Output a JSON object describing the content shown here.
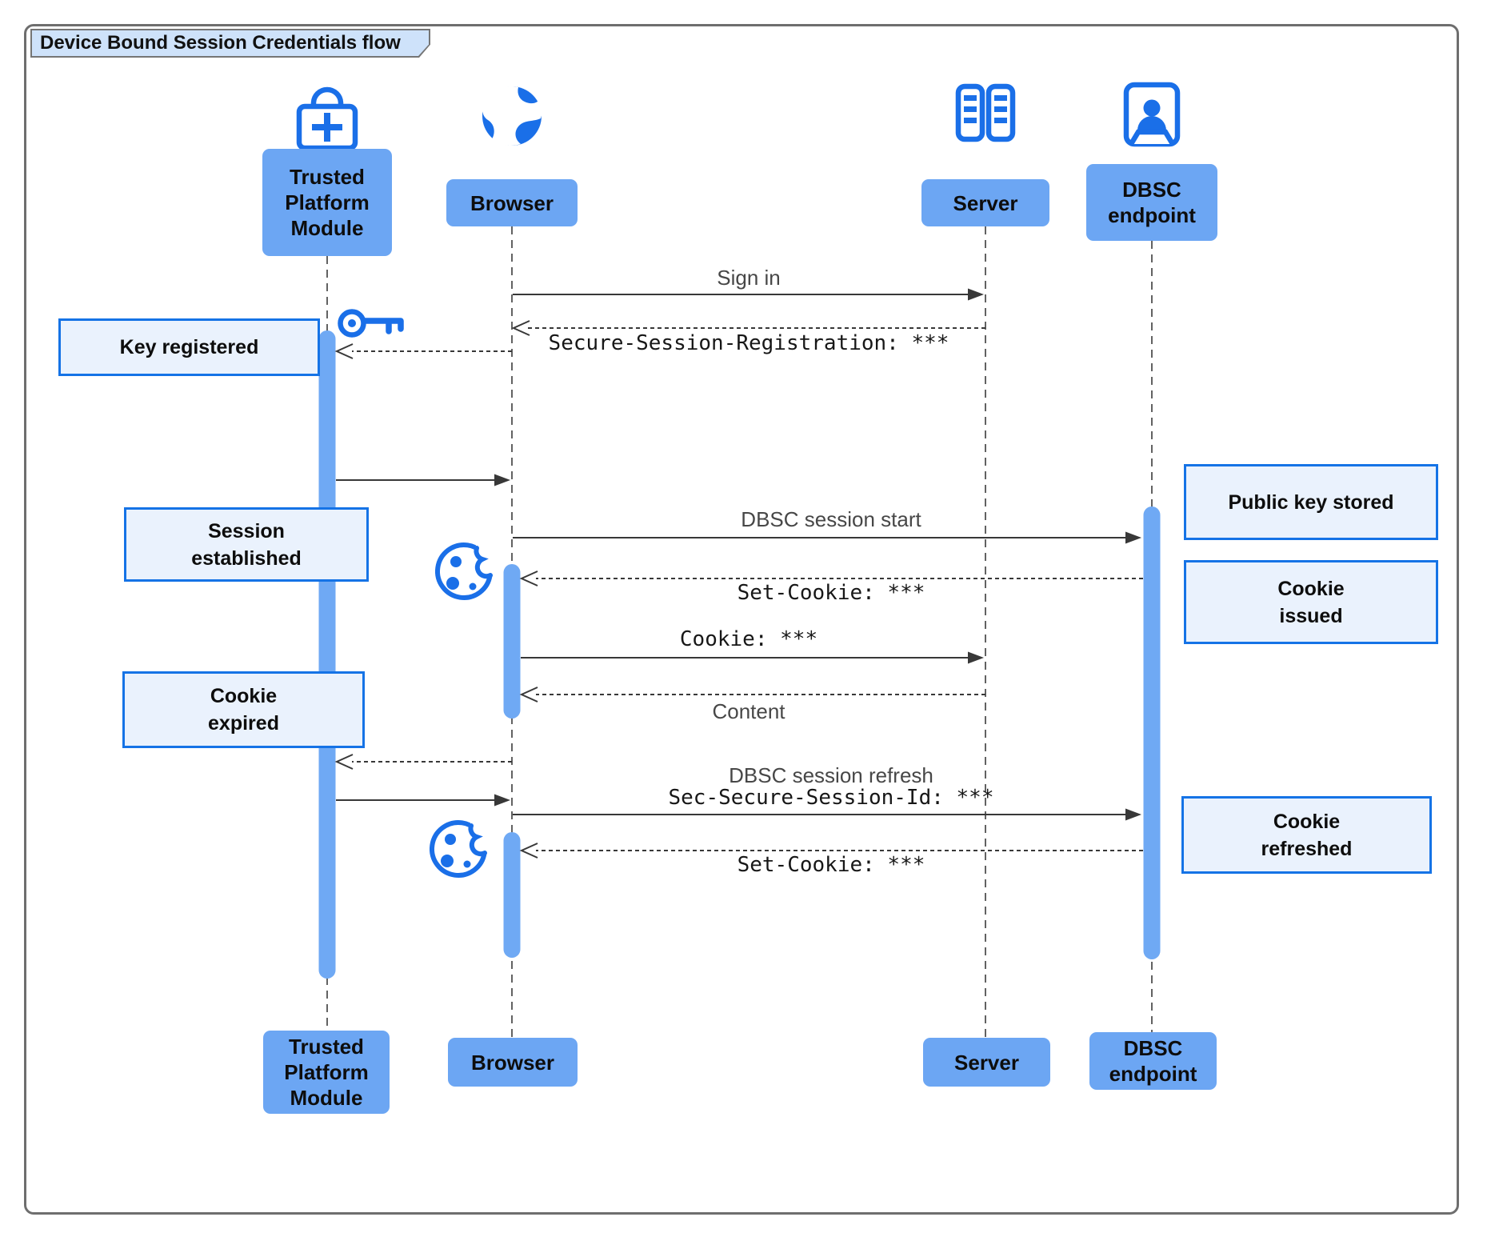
{
  "title": "Device Bound Session Credentials flow",
  "actors": {
    "tpm": {
      "label": "Trusted\nPlatform\nModule",
      "icon": "lock-plus-icon"
    },
    "browser": {
      "label": "Browser",
      "icon": "globe-icon"
    },
    "server": {
      "label": "Server",
      "icon": "server-rack-icon"
    },
    "dbsc": {
      "label": "DBSC\nendpoint",
      "icon": "id-badge-icon"
    }
  },
  "messages": {
    "sign_in": "Sign in",
    "secure_session_registration": "Secure-Session-Registration: ***",
    "dbsc_session_start": "DBSC session start",
    "set_cookie_1": "Set-Cookie: ***",
    "cookie": "Cookie: ***",
    "content": "Content",
    "dbsc_session_refresh": "DBSC session refresh",
    "sec_secure_session_id": "Sec-Secure-Session-Id: ***",
    "set_cookie_2": "Set-Cookie: ***"
  },
  "notes": {
    "key_registered": "Key registered",
    "session_established": "Session\nestablished",
    "cookie_expired": "Cookie\nexpired",
    "public_key_stored": "Public key stored",
    "cookie_issued": "Cookie\nissued",
    "cookie_refreshed": "Cookie\nrefreshed"
  },
  "icons": {
    "tpm": "lock-plus-icon",
    "browser": "globe-icon",
    "server": "server-rack-icon",
    "dbsc": "id-badge-icon",
    "key": "key-icon",
    "cookie_1": "cookie-icon",
    "cookie_2": "cookie-icon"
  },
  "colors": {
    "accent": "#1a6fe8",
    "actor_box": "#6ca6f3",
    "activation_bar": "#6fa9f4",
    "note_fill": "#eaf2fd",
    "note_border": "#1573e6",
    "title_fill": "#cee2fa",
    "arrow_line": "#383838",
    "frame_border": "#6e6e6e"
  }
}
